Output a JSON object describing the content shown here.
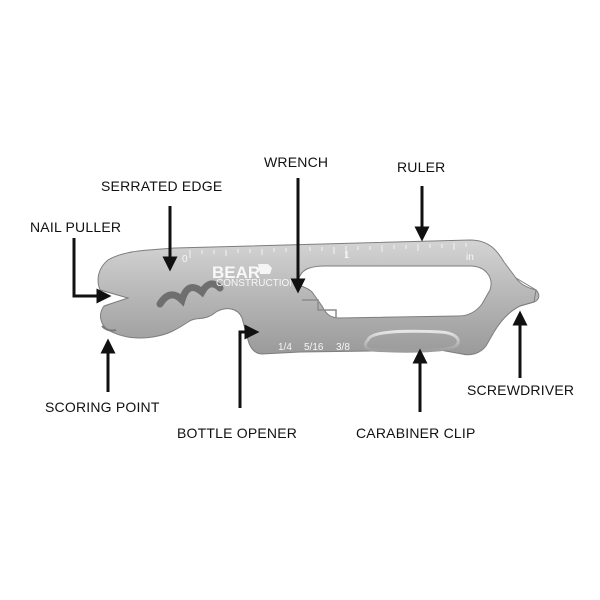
{
  "labels": {
    "wrench": "WRENCH",
    "ruler": "RULER",
    "serrated_edge": "SERRATED EDGE",
    "nail_puller": "NAIL PULLER",
    "scoring_point": "SCORING POINT",
    "screwdriver": "SCREWDRIVER",
    "bottle_opener": "BOTTLE OPENER",
    "carabiner_clip": "CARABINER CLIP"
  },
  "engraving": {
    "brand": "BEAR",
    "brand_sub": "CONSTRUCTION",
    "ruler_zero": "0",
    "ruler_one": "1",
    "ruler_unit": "in",
    "sizes": [
      "1/4",
      "5/16",
      "3/8"
    ]
  },
  "colors": {
    "metal_light": "#cfcfcf",
    "metal_mid": "#a9a9a9",
    "metal_dark": "#8a8a8a",
    "arrow": "#111111"
  }
}
